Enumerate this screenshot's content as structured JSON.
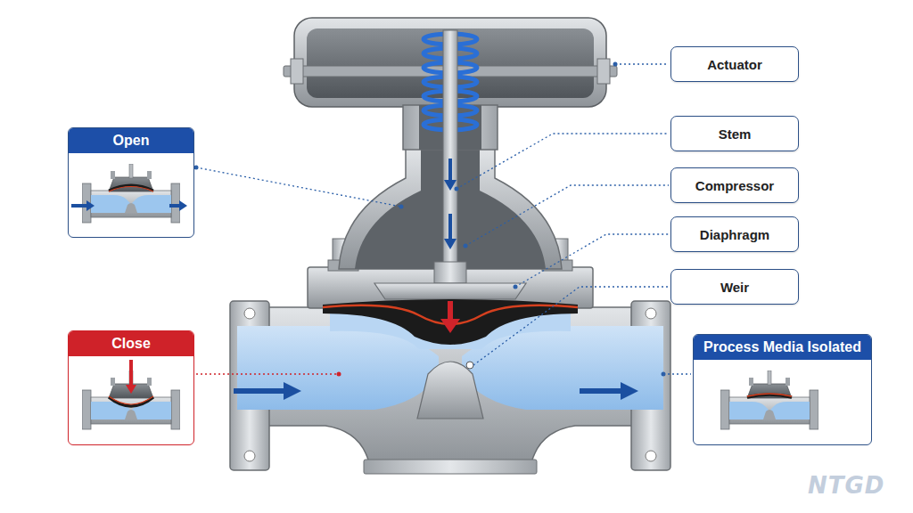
{
  "diagram": {
    "nodes": [
      {
        "text": [
          "Open"
        ]
      },
      {
        "text": [
          "Close"
        ]
      },
      {
        "text": [
          "Actuator"
        ]
      },
      {
        "text": [
          "Stem"
        ]
      },
      {
        "text": [
          "Compressor"
        ]
      },
      {
        "text": [
          "Diaphragm"
        ]
      },
      {
        "text": [
          "Weir"
        ]
      },
      {
        "text": [
          "Process Media Isolated"
        ]
      }
    ],
    "labels": [
      "NTGD"
    ]
  }
}
